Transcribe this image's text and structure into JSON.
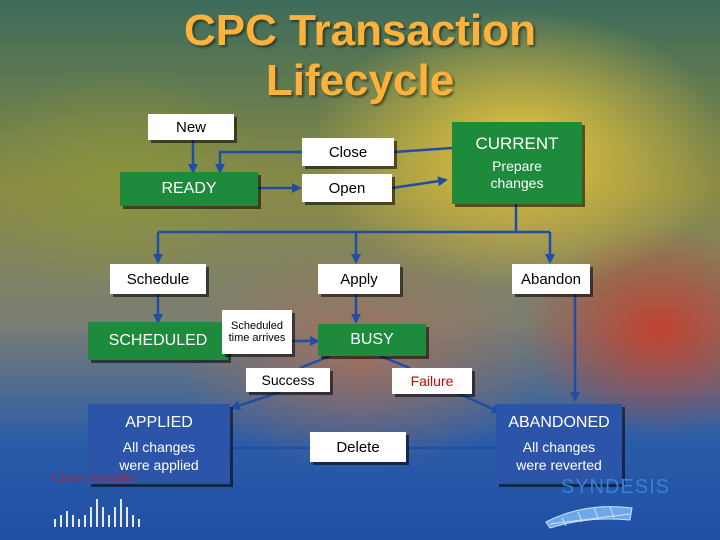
{
  "title": {
    "line1": "CPC Transaction",
    "line2": "Lifecycle"
  },
  "nodes": {
    "new": "New",
    "close": "Close",
    "current": "CURRENT",
    "prepare_changes": "Prepare changes",
    "ready": "READY",
    "open": "Open",
    "schedule": "Schedule",
    "apply": "Apply",
    "abandon": "Abandon",
    "scheduled": "SCHEDULED",
    "scheduled_time_arrives": "Scheduled time arrives",
    "busy": "BUSY",
    "success": "Success",
    "failure": "Failure",
    "applied": "APPLIED",
    "applied_desc": "All changes were applied",
    "delete": "Delete",
    "abandoned": "ABANDONED",
    "abandoned_desc": "All changes were reverted"
  },
  "logos": {
    "left": "Cisco Systems",
    "right": "SYNDESIS"
  },
  "colors": {
    "title": "#ffb23a",
    "arrow": "#1f4fa4",
    "state_box": "#1e8a3c",
    "terminal_box": "#2c54a8",
    "failure_text": "#d40000"
  }
}
